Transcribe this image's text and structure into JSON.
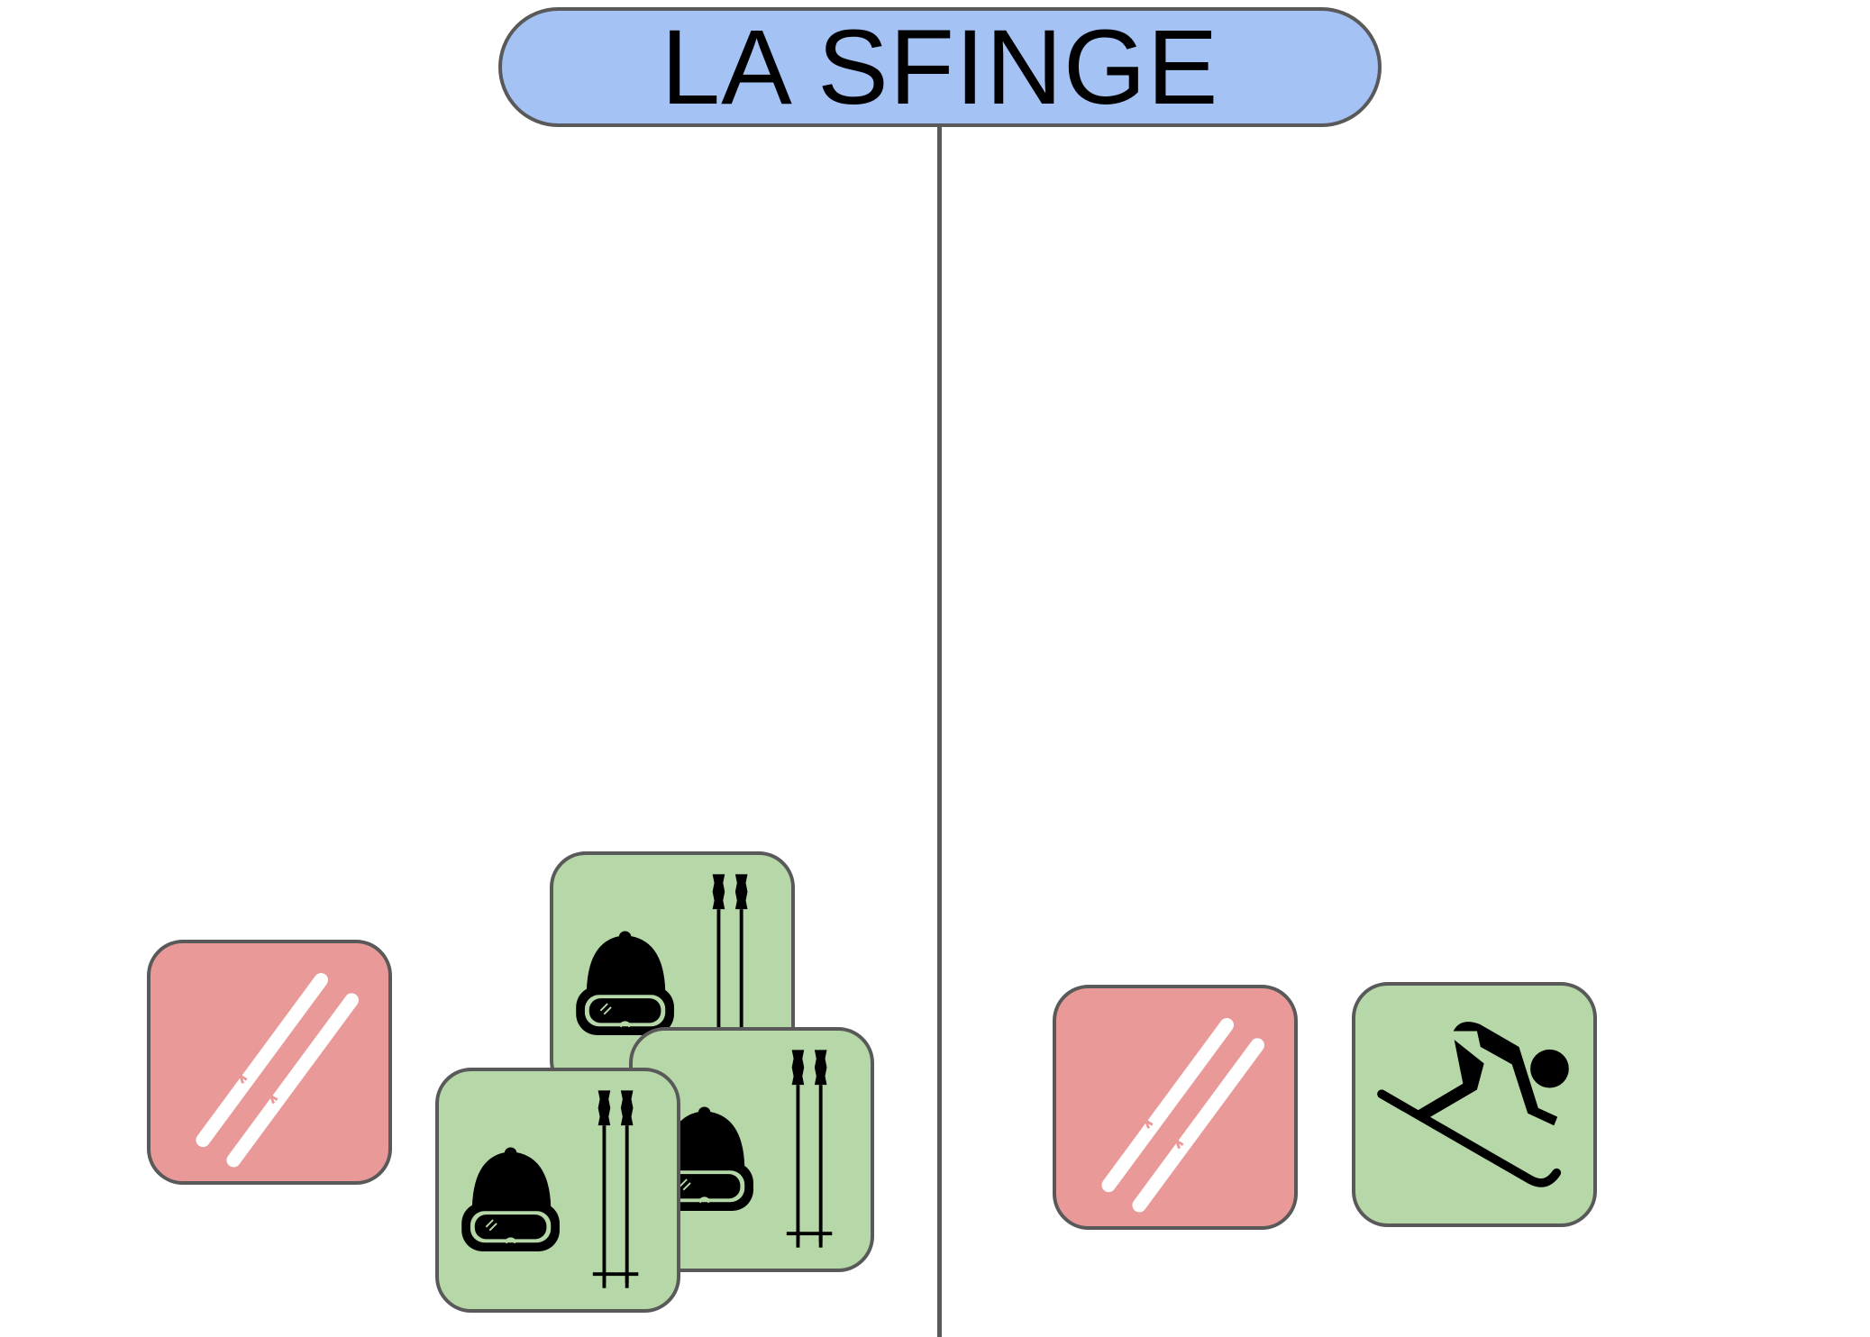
{
  "title": "LA SFINGE",
  "colors": {
    "title_fill": "#a4c2f4",
    "red_card": "#ea9999",
    "green_card": "#b6d7a8",
    "border": "#595959",
    "divider": "#595959"
  },
  "left_side": {
    "cards": [
      {
        "color": "red",
        "icon": "skis-icon"
      },
      {
        "color": "green",
        "icon": "helmet-goggles-and-poles-icon"
      },
      {
        "color": "green",
        "icon": "helmet-goggles-and-poles-icon"
      },
      {
        "color": "green",
        "icon": "helmet-goggles-and-poles-icon"
      }
    ]
  },
  "right_side": {
    "cards": [
      {
        "color": "red",
        "icon": "skis-icon"
      },
      {
        "color": "green",
        "icon": "skier-icon"
      }
    ]
  }
}
